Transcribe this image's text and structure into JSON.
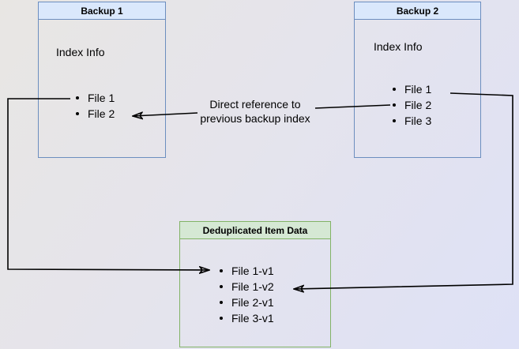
{
  "diagram": {
    "backup1": {
      "title": "Backup 1",
      "label": "Index Info",
      "items": [
        "File 1",
        "File 2"
      ]
    },
    "backup2": {
      "title": "Backup 2",
      "label": "Index Info",
      "items": [
        "File 1",
        "File 2",
        "File 3"
      ]
    },
    "dedup": {
      "title": "Deduplicated Item Data",
      "items": [
        "File 1-v1",
        "File 1-v2",
        "File 2-v1",
        "File 3-v1"
      ]
    },
    "annotation": {
      "line1": "Direct reference to",
      "line2": "previous backup index"
    },
    "connections": [
      "Backup 2 File 2 -> Backup 1 index (direct reference to previous backup index)",
      "Backup 1 File 1 -> Deduplicated Item Data File 1-v1",
      "Backup 2 File 1 -> Deduplicated Item Data File 1-v2"
    ]
  },
  "colors": {
    "blue_header_fill": "#dae8fc",
    "blue_border": "#6c8ebf",
    "green_header_fill": "#d5e8d4",
    "green_border": "#82b366",
    "arrow": "#000000",
    "text": "#000000",
    "background_left": "#e8e6e3",
    "background_right": "#dee1f6"
  }
}
